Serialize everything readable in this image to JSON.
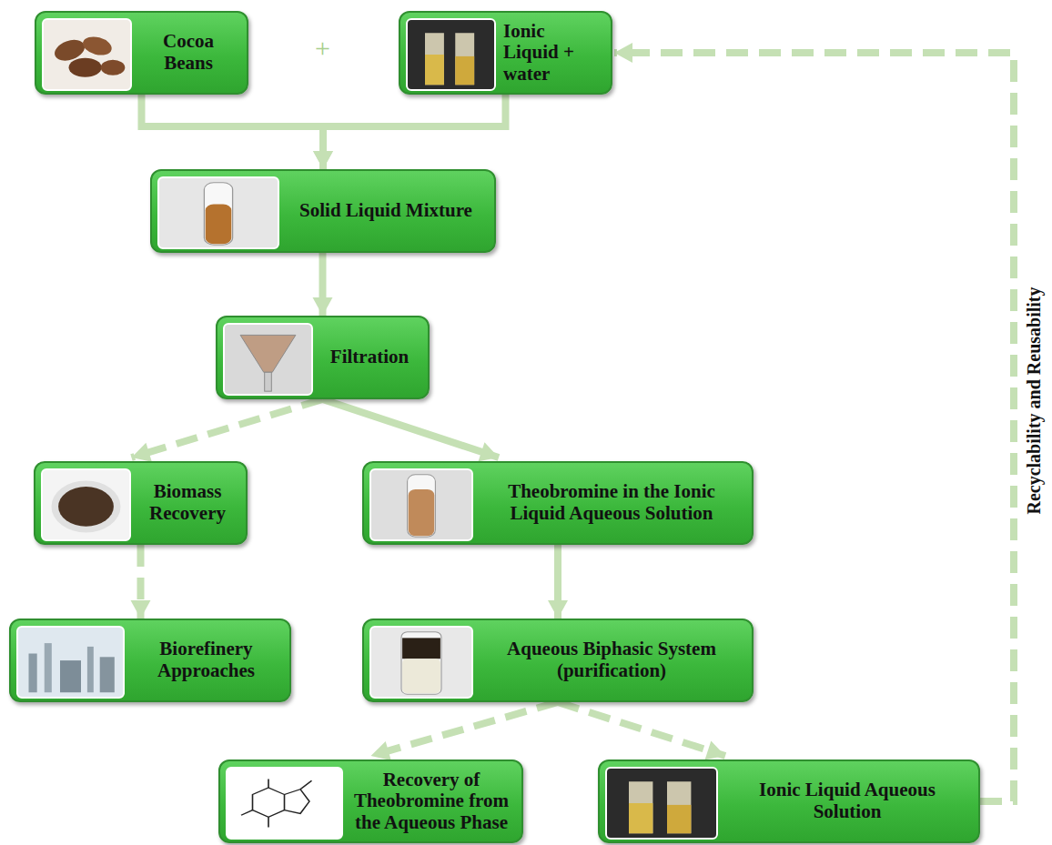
{
  "diagram": {
    "nodes": [
      {
        "text": [
          "Cocoa Beans"
        ]
      },
      {
        "text": [
          "Ionic Liquid + water"
        ]
      },
      {
        "text": [
          "Solid Liquid Mixture"
        ]
      },
      {
        "text": [
          "Filtration"
        ]
      },
      {
        "text": [
          "Biomass Recovery"
        ]
      },
      {
        "text": [
          "Theobromine in the Ionic Liquid Aqueous Solution"
        ]
      },
      {
        "text": [
          "Biorefinery Approaches"
        ]
      },
      {
        "text": [
          "Aqueous Biphasic System (purification)"
        ]
      },
      {
        "text": [
          "Recovery of Theobromine from the Aqueous Phase"
        ]
      },
      {
        "text": [
          "Ionic Liquid Aqueous Solution"
        ]
      }
    ],
    "edges": [
      {
        "from": 0,
        "to": 2,
        "arrow": "to"
      },
      {
        "from": 1,
        "to": 2,
        "arrow": "to"
      },
      {
        "from": 2,
        "to": 3,
        "arrow": "to"
      },
      {
        "from": 3,
        "to": 4,
        "arrow": "to"
      },
      {
        "from": 3,
        "to": 5,
        "arrow": "to"
      },
      {
        "from": 4,
        "to": 6,
        "arrow": "to"
      },
      {
        "from": 5,
        "to": 7,
        "arrow": "to"
      },
      {
        "from": 7,
        "to": 8,
        "arrow": "to"
      },
      {
        "from": 7,
        "to": 9,
        "arrow": "to"
      },
      {
        "from": 9,
        "to": 1,
        "arrow": "to"
      }
    ],
    "labels": [
      "+",
      "Recyclability and Reusability"
    ]
  }
}
